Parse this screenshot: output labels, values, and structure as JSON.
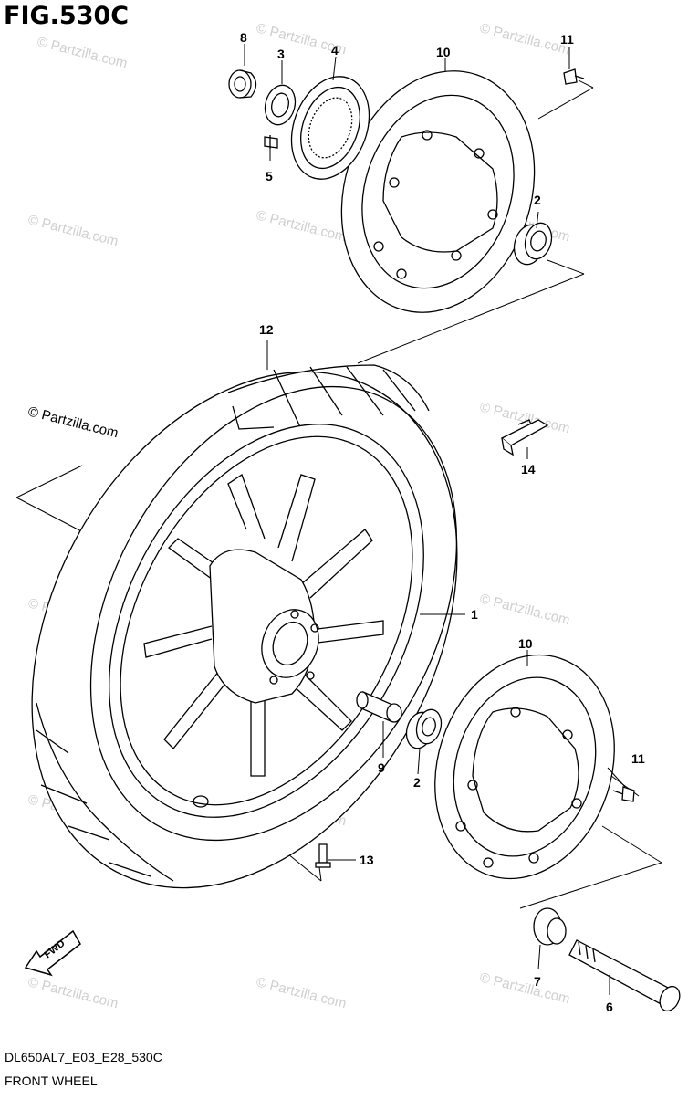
{
  "figure": {
    "id": "FIG.530C",
    "code": "DL650AL7_E03_E28_530C",
    "name": "FRONT WHEEL"
  },
  "watermark": {
    "text": "© Partzilla.com",
    "color": "#cfcfcf"
  },
  "fwd_label": "FWD",
  "callouts": {
    "c1": "1",
    "c2a": "2",
    "c2b": "2",
    "c3": "3",
    "c4": "4",
    "c5": "5",
    "c6": "6",
    "c7": "7",
    "c8": "8",
    "c9": "9",
    "c10a": "10",
    "c10b": "10",
    "c11a": "11",
    "c11b": "11",
    "c12": "12",
    "c13": "13",
    "c14": "14"
  }
}
